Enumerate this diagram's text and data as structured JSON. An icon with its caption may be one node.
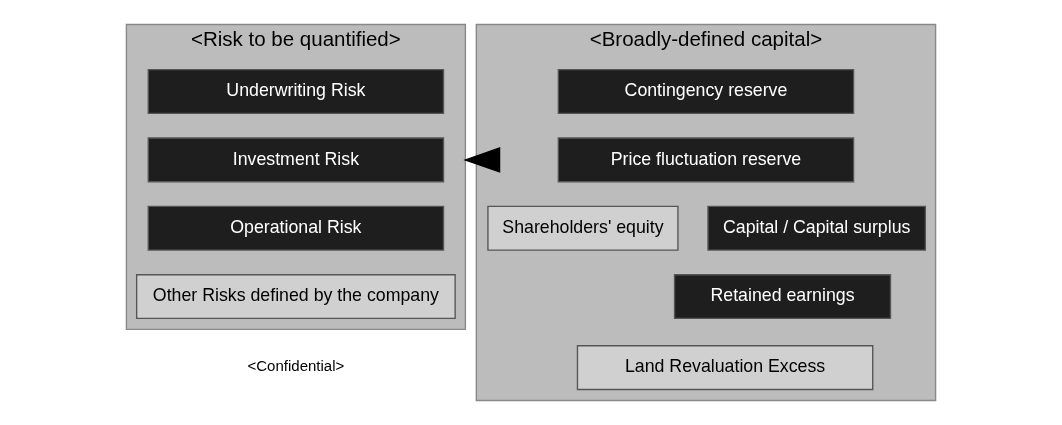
{
  "diagram": {
    "nodes": [
      {
        "text": [
          "<Risk to be quantified>"
        ]
      },
      {
        "text": [
          "Underwriting Risk"
        ],
        "in": 0
      },
      {
        "text": [
          "Investment Risk"
        ],
        "in": 0
      },
      {
        "text": [
          "Operational Risk"
        ],
        "in": 0
      },
      {
        "text": [
          "Other Risks defined by the company"
        ],
        "in": 0
      },
      {
        "text": [
          "<Broadly-defined capital>"
        ]
      },
      {
        "text": [
          "Contingency reserve"
        ],
        "in": 5
      },
      {
        "text": [
          "Price fluctuation reserve"
        ],
        "in": 5
      },
      {
        "text": [
          "Shareholders' equity"
        ],
        "in": 5
      },
      {
        "text": [
          "Capital / Capital surplus"
        ],
        "in": 5
      },
      {
        "text": [
          "Retained earnings"
        ],
        "in": 5
      },
      {
        "text": [
          "Land Revaluation Excess"
        ],
        "in": 5
      }
    ],
    "edges": [
      {
        "from": 5,
        "to": 0,
        "arrow": "to"
      }
    ],
    "labels": [
      "<Confidential>"
    ]
  }
}
